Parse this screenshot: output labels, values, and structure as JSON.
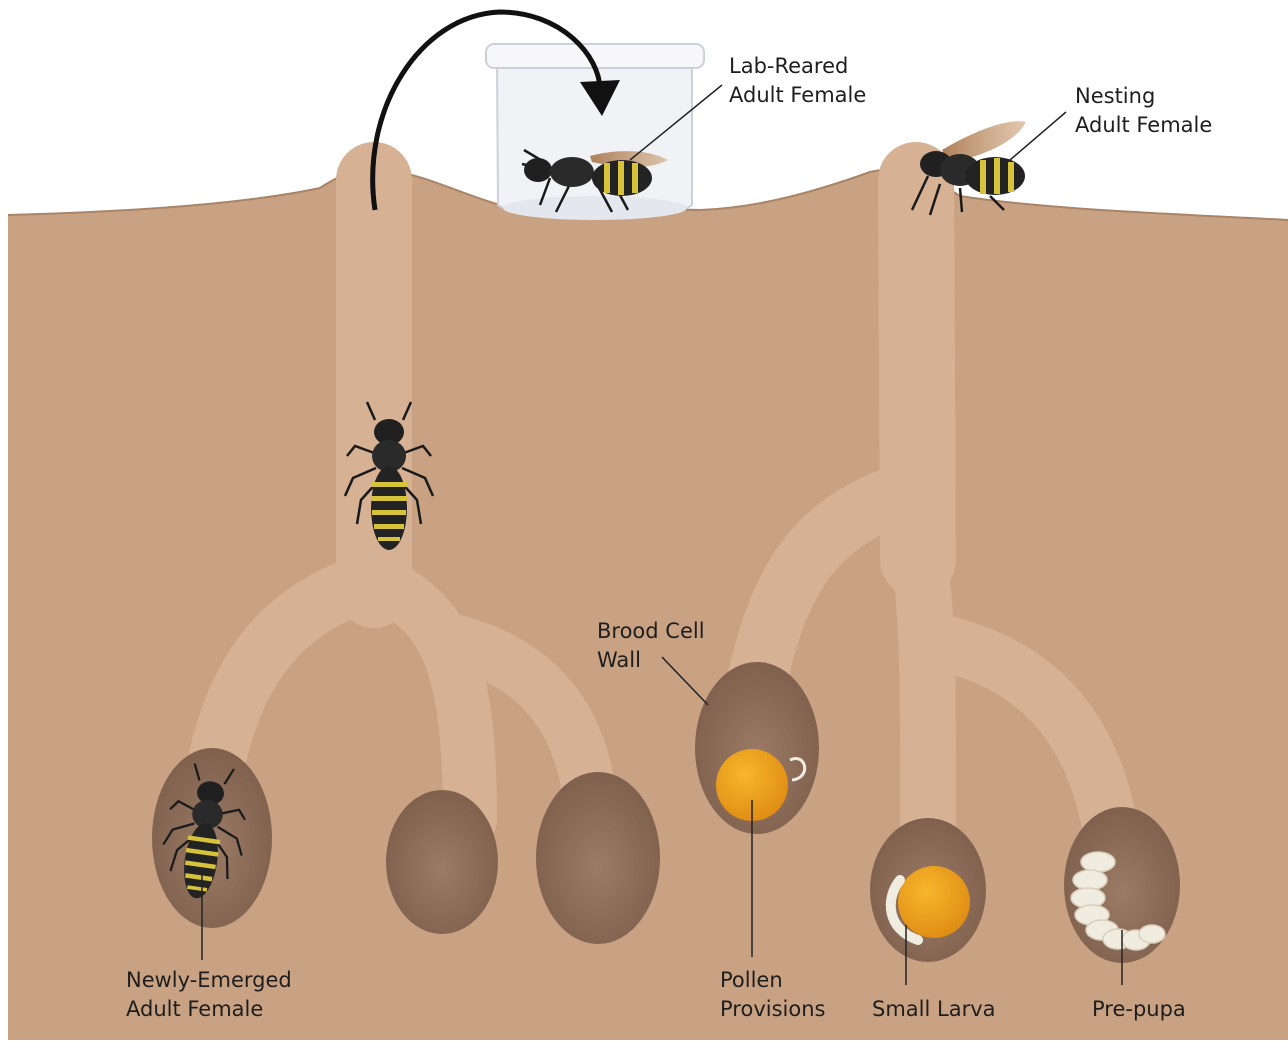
{
  "labels": {
    "lab_reared": {
      "line1": "Lab-Reared",
      "line2": "Adult Female"
    },
    "nesting": {
      "line1": "Nesting",
      "line2": "Adult Female"
    },
    "brood_cell_wall": {
      "line1": "Brood Cell",
      "line2": "Wall"
    },
    "newly_emerged": {
      "line1": "Newly-Emerged",
      "line2": "Adult Female"
    },
    "pollen": {
      "line1": "Pollen",
      "line2": "Provisions"
    },
    "small_larva": {
      "line1": "Small Larva"
    },
    "pre_pupa": {
      "line1": "Pre-pupa"
    }
  },
  "colors": {
    "soil": "#c9a283",
    "tunnel": "#d6b194",
    "cell": "#8d6d58",
    "pollen": "#f0a51f",
    "larva": "#f1ece0",
    "bee_body": "#222222",
    "bee_stripe": "#d6c33a",
    "wing": "#b9875a"
  },
  "icons": [
    "curved-arrow-icon",
    "container-icon",
    "bee-icon",
    "larva-icon"
  ]
}
